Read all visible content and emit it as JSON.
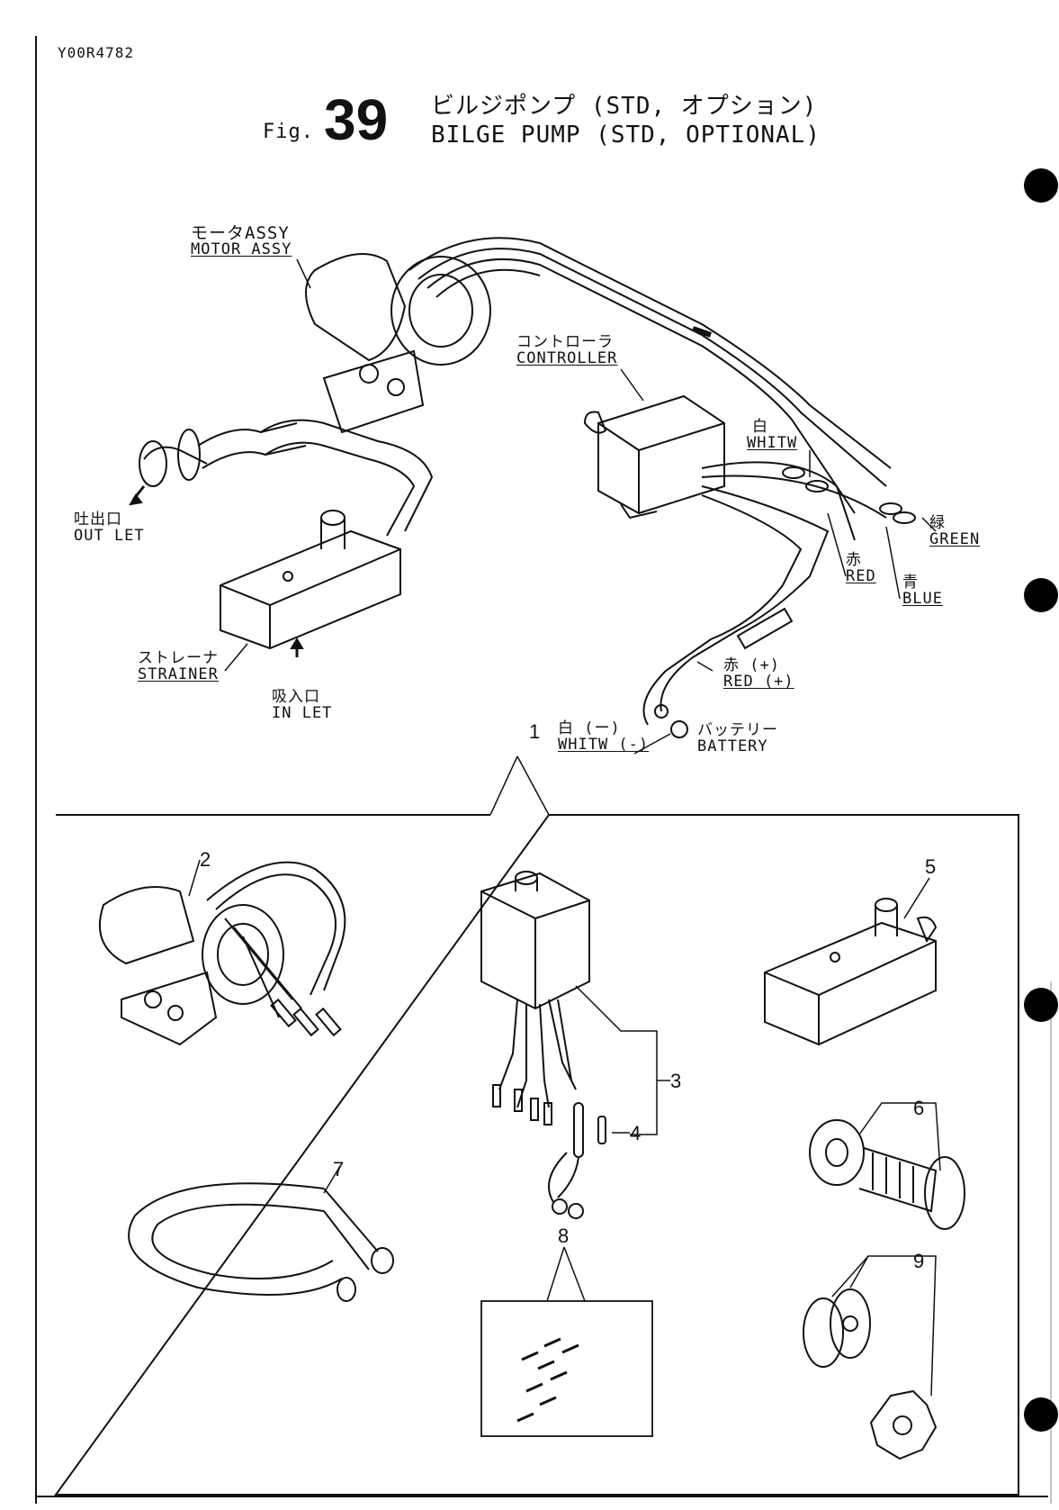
{
  "doc_code": "Y00R4782",
  "title": {
    "fig_prefix": "Fig.",
    "fig_number": "39",
    "jp": "ビルジポンプ (STD, オプション)",
    "en": "BILGE PUMP (STD, OPTIONAL)"
  },
  "labels": {
    "motor_jp": "モータASSY",
    "motor_en": "MOTOR ASSY",
    "controller_jp": "コントローラ",
    "controller_en": "CONTROLLER",
    "outlet_jp": "吐出口",
    "outlet_en": "OUT LET",
    "strainer_jp": "ストレーナ",
    "strainer_en": "STRAINER",
    "inlet_jp": "吸入口",
    "inlet_en": "IN LET",
    "white_jp": "白",
    "white_en": "WHITW",
    "green_jp": "緑",
    "green_en": "GREEN",
    "red_jp": "赤",
    "red_en": "RED",
    "blue_jp": "青",
    "blue_en": "BLUE",
    "red_plus_jp": "赤 (+)",
    "red_plus_en": "RED (+)",
    "white_minus_jp": "白 (ー)",
    "white_minus_en": "WHITW (-)",
    "battery_jp": "バッテリー",
    "battery_en": "BATTERY"
  },
  "part_numbers": [
    "1",
    "2",
    "3",
    "4",
    "5",
    "6",
    "7",
    "8",
    "9"
  ]
}
